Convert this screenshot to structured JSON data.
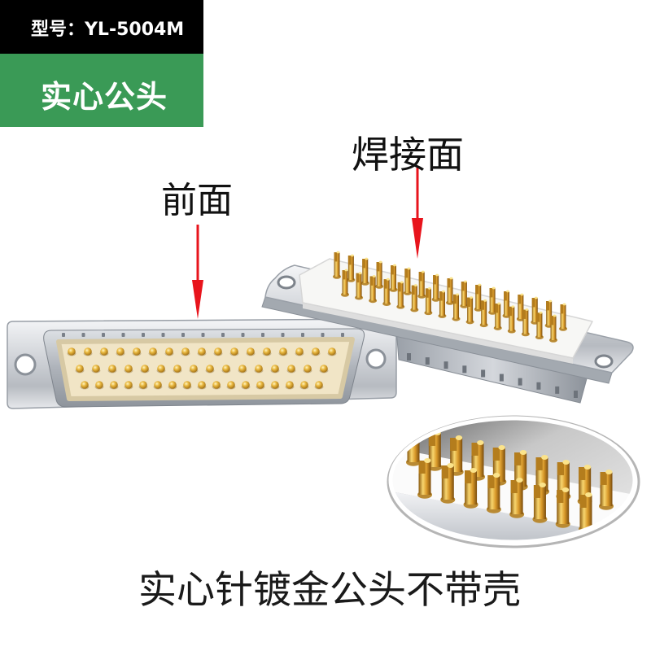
{
  "badge": {
    "model_label": "型号：YL-5004M",
    "type_label": "实心公头"
  },
  "labels": {
    "solder_side": "焊接面",
    "front_side": "前面"
  },
  "caption": "实心针镀金公头不带壳",
  "icons": {
    "front_arrow": "arrow-down-icon",
    "solder_arrow": "arrow-down-icon"
  },
  "colors": {
    "badge_black": "#000000",
    "badge_green": "#3a9a56",
    "label_text": "#111111",
    "arrow_red": "#e8141c",
    "gold": "#e0a83a",
    "insulator_front": "#f1e5c6",
    "insulator_back": "#f7f7f5",
    "steel": "#c9ccd1"
  }
}
